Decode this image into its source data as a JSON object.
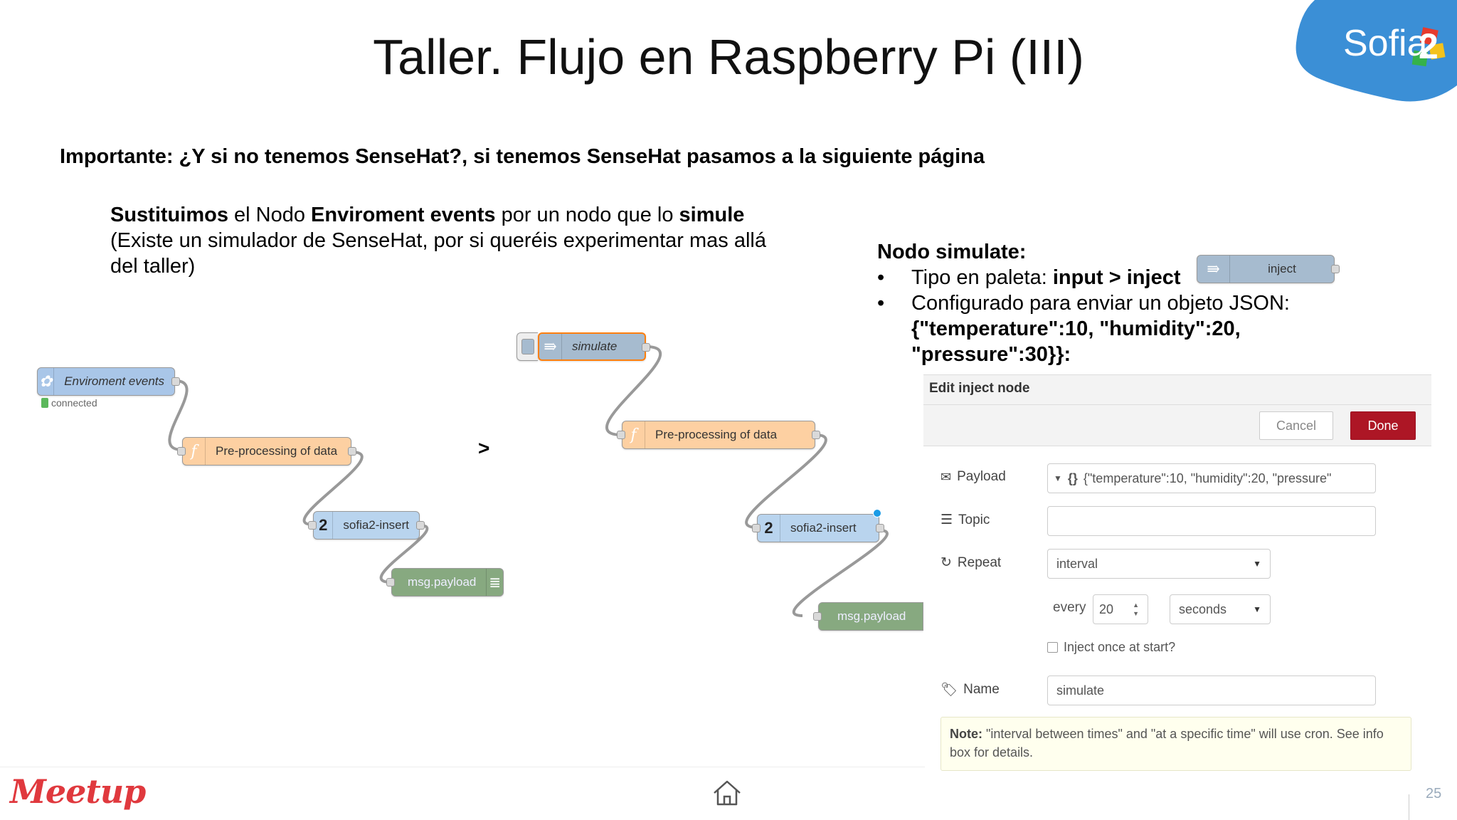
{
  "slide": {
    "title": "Taller. Flujo en Raspberry Pi (III)",
    "logo_text": "Sofia",
    "logo_mark": "2",
    "important": "Importante: ¿Y si no tenemos SenseHat?, si tenemos  SenseHat pasamos a la siguiente página",
    "substitute": {
      "w1": "Sustituimos",
      "w2": " el Nodo ",
      "w3": "Enviroment events",
      "w4": " por un nodo que lo ",
      "w5": "simule",
      "line2": "(Existe un simulador de SenseHat, por si queréis experimentar mas allá del taller)"
    },
    "nodo": {
      "title": "Nodo simulate:",
      "b1_prefix": "Tipo en paleta: ",
      "b1_bold": "input > inject",
      "b2_prefix": "Configurado para enviar un objeto JSON: ",
      "b2_bold": "{\"temperature\":10, \"humidity\":20, \"pressure\":30}}:"
    },
    "arrow": ">",
    "page_number": "25",
    "footer_brand": "Meetup"
  },
  "left_flow": {
    "env_label": "Enviroment events",
    "env_status": "connected",
    "fn_label": "Pre-processing of data",
    "sofia_label": "sofia2-insert",
    "debug_label": "msg.payload"
  },
  "right_flow": {
    "inject_label": "simulate",
    "fn_label": "Pre-processing of data",
    "sofia_label": "sofia2-insert",
    "debug_label": "msg.payload"
  },
  "palette_node": {
    "label": "inject"
  },
  "dialog": {
    "title": "Edit inject node",
    "cancel": "Cancel",
    "done": "Done",
    "payload_label": "Payload",
    "payload_type": "{}",
    "payload_value": "{\"temperature\":10, \"humidity\":20, \"pressure\"",
    "topic_label": "Topic",
    "topic_value": "",
    "repeat_label": "Repeat",
    "repeat_value": "interval",
    "every_label": "every",
    "every_value": "20",
    "unit_value": "seconds",
    "once_label": "Inject once at start?",
    "name_label": "Name",
    "name_value": "simulate",
    "note_bold": "Note:",
    "note_text": " \"interval between times\" and \"at a specific time\" will use cron. See info box for details."
  },
  "colors": {
    "done_button": "#ad1625",
    "function_node": "#fdd0a2",
    "inject_node": "#a6bbcf",
    "debug_node": "#87a980",
    "sofia_node": "#b9d4ee",
    "meetup_red": "#e0393e"
  }
}
